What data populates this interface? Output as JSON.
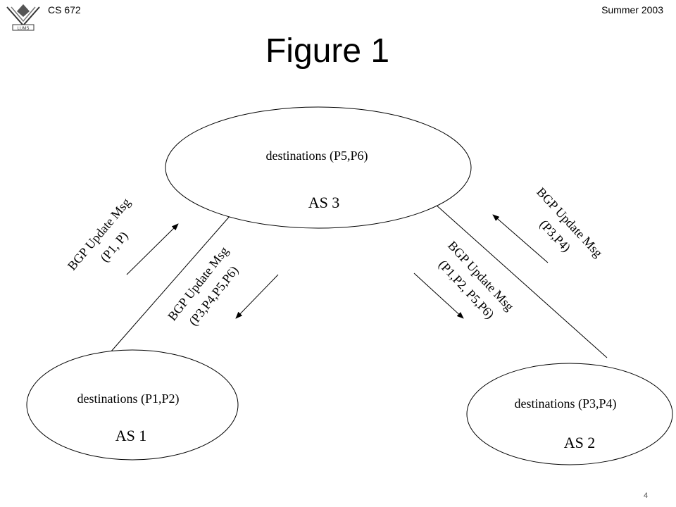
{
  "header": {
    "course": "CS 672",
    "term": "Summer 2003"
  },
  "title": "Figure 1",
  "page_number": "4",
  "logo_text": "LUMS",
  "nodes": {
    "as3": {
      "destinations": "destinations (P5,P6)",
      "name": "AS 3"
    },
    "as1": {
      "destinations": "destinations (P1,P2)",
      "name": "AS 1"
    },
    "as2": {
      "destinations": "destinations (P3,P4)",
      "name": "AS 2"
    }
  },
  "messages": {
    "as1_to_as3": {
      "line1": "BGP Update Msg",
      "line2": "(P1, P)"
    },
    "as3_to_as1": {
      "line1": "BGP Update Msg",
      "line2": "(P3,P4,P5,P6)"
    },
    "as3_to_as2": {
      "line1": "BGP Update Msg",
      "line2": "(P1,P2, P5,P6)"
    },
    "as2_to_as3": {
      "line1": "BGP Update Msg",
      "line2": "(P3,P4)"
    }
  }
}
